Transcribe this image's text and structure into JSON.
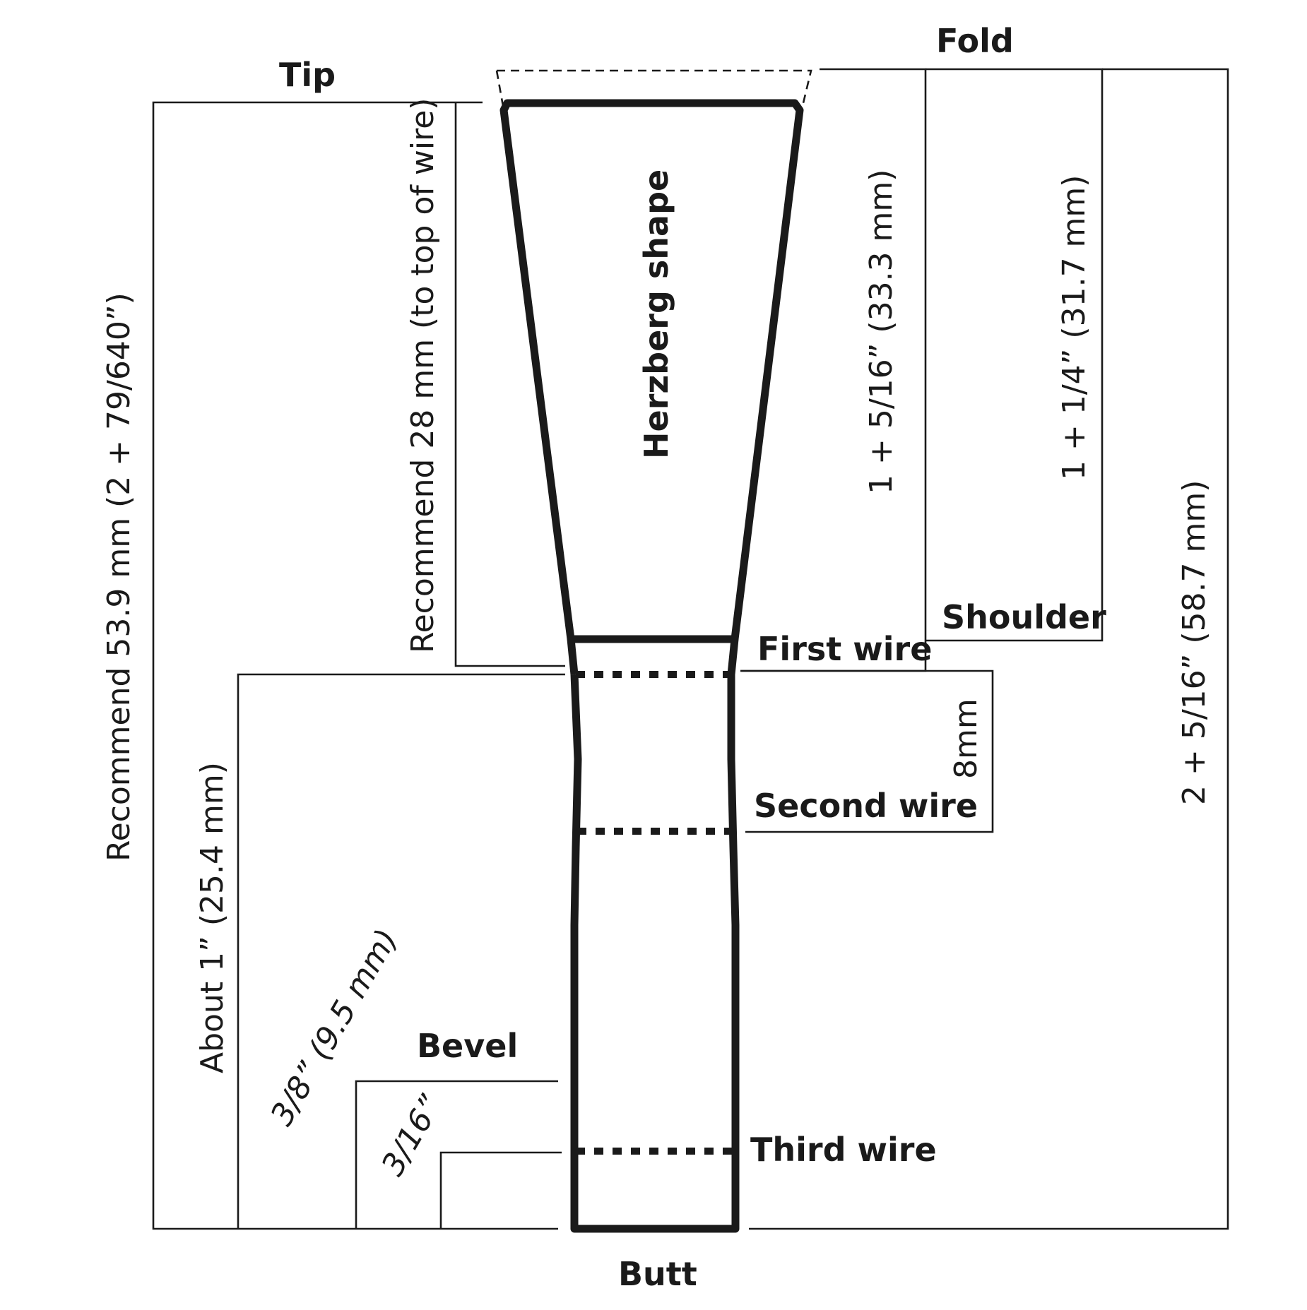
{
  "labels": {
    "tip": "Tip",
    "fold": "Fold",
    "herzberg_shape": "Herzberg shape",
    "first_wire": "First wire",
    "second_wire": "Second wire",
    "third_wire": "Third wire",
    "shoulder": "Shoulder",
    "bevel": "Bevel",
    "butt": "Butt"
  },
  "dimensions": {
    "total_recommended": "Recommend 53.9 mm (2 + 79/640”)",
    "tip_to_first_wire": "Recommend 28 mm (to top of wire)",
    "fold_to_first_wire": "1 + 5/16” (33.3 mm)",
    "fold_to_shoulder": "1 + 1/4” (31.7 mm)",
    "fold_to_butt": "2 + 5/16” (58.7 mm)",
    "first_to_second_wire": "8mm",
    "second_wire_to_butt": "About 1” (25.4 mm)",
    "bevel_outer": "3/8” (9.5 mm)",
    "bevel_inner": "3/16”"
  }
}
